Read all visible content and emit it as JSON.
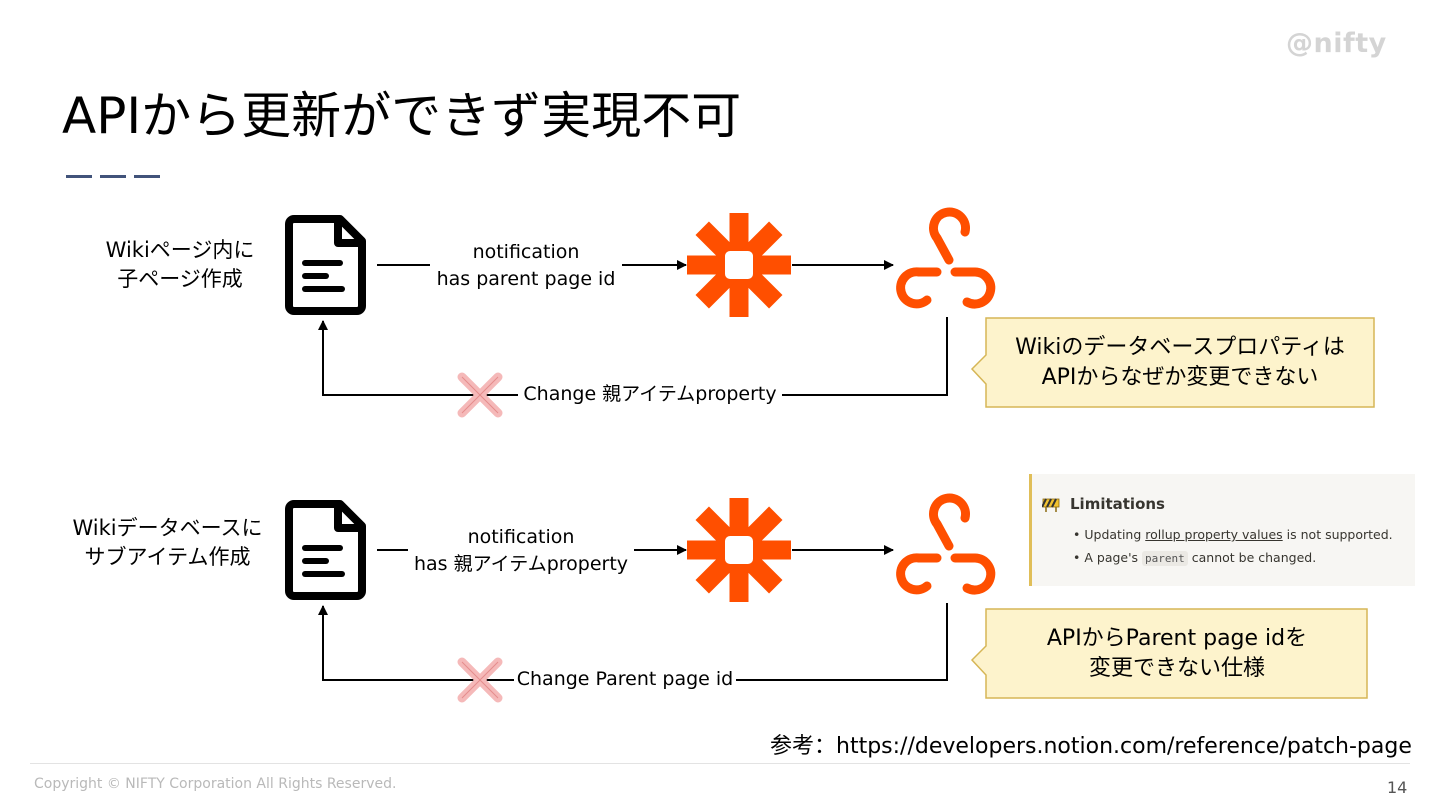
{
  "header": {
    "logo_text": "@nifty",
    "title": "APIから更新ができず実現不可"
  },
  "row1": {
    "trigger_line1": "Wikiページ内に",
    "trigger_line2": "子ページ作成",
    "notification_line1": "notification",
    "notification_line2": "has parent page id",
    "return_label": "Change 親アイテムproperty",
    "callout_line1": "Wikiのデータベースプロパティは",
    "callout_line2": "APIからなぜか変更できない"
  },
  "row2": {
    "trigger_line1": "Wikiデータベースに",
    "trigger_line2": "サブアイテム作成",
    "notification_line1": "notification",
    "notification_line2": "has 親アイテムproperty",
    "return_label": "Change Parent page id",
    "callout_line1": "APIからParent page idを",
    "callout_line2": "変更できない仕様"
  },
  "limitations": {
    "title": "Limitations",
    "item1_link": "rollup property values",
    "item1_prefix": "Updating ",
    "item1_suffix": " is not supported.",
    "item2_prefix": "A page's ",
    "item2_code": "parent",
    "item2_suffix": " cannot be changed."
  },
  "icons": {
    "document": "document-icon",
    "zapier": "zapier-asterisk-icon",
    "webhook": "webhook-icon",
    "cross": "cross-icon",
    "construction": "construction-sign-icon"
  },
  "colors": {
    "zapier": "#ff4f00",
    "cross": "#f5b9b9",
    "callout_fill": "#fdf3cc",
    "callout_border": "#d6b656",
    "title_rule": "#41537a"
  },
  "footer": {
    "reference": "参考：https://developers.notion.com/reference/patch-page",
    "copyright": "Copyright © NIFTY Corporation All Rights Reserved.",
    "page_number": "14"
  }
}
